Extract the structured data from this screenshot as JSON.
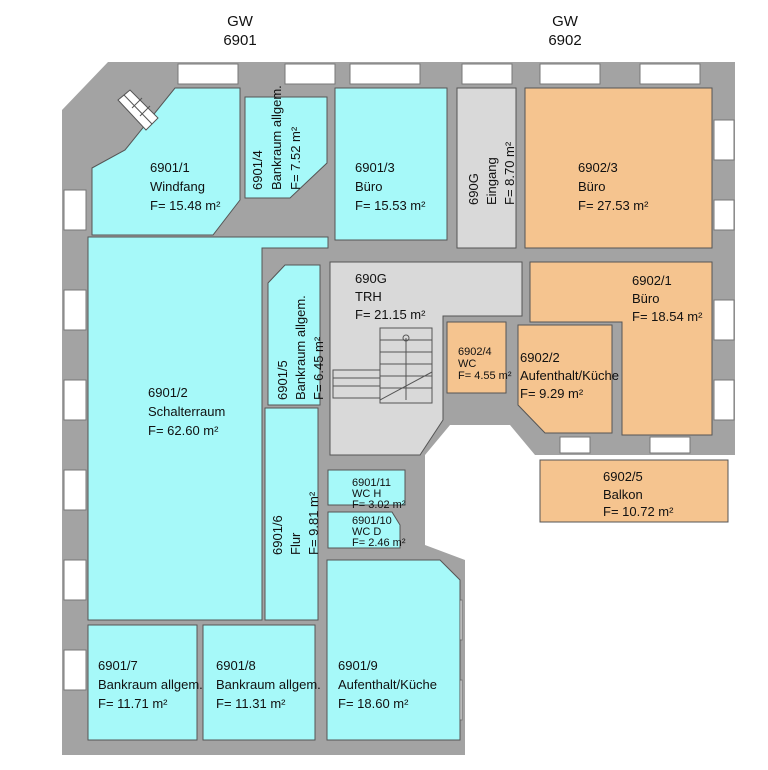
{
  "headers": [
    {
      "label": "GW",
      "number": "6901"
    },
    {
      "label": "GW",
      "number": "6902"
    }
  ],
  "colors": {
    "wall": "#a3a3a3",
    "unit_6901": "#a6f9f9",
    "unit_6902": "#f5c48f",
    "common": "#d9d9d9"
  },
  "rooms": [
    {
      "id": "6901/1",
      "name": "Windfang",
      "area": "F= 15.48 m²"
    },
    {
      "id": "6901/4",
      "name": "Bankraum allgem.",
      "area": "F= 7.52 m²"
    },
    {
      "id": "6901/3",
      "name": "Büro",
      "area": "F= 15.53 m²"
    },
    {
      "id": "690G",
      "name": "Eingang",
      "area": "F= 8.70 m²"
    },
    {
      "id": "6902/3",
      "name": "Büro",
      "area": "F= 27.53 m²"
    },
    {
      "id": "690G",
      "name": "TRH",
      "area": "F= 21.15 m²"
    },
    {
      "id": "6902/1",
      "name": "Büro",
      "area": "F= 18.54 m²"
    },
    {
      "id": "6901/5",
      "name": "Bankraum allgem.",
      "area": "F= 6.45 m²"
    },
    {
      "id": "6902/4",
      "name": "WC",
      "area": "F= 4.55 m²"
    },
    {
      "id": "6902/2",
      "name": "Aufenthalt/Küche",
      "area": "F= 9.29 m²"
    },
    {
      "id": "6901/2",
      "name": "Schalterraum",
      "area": "F= 62.60 m²"
    },
    {
      "id": "6902/5",
      "name": "Balkon",
      "area": "F= 10.72 m²"
    },
    {
      "id": "6901/11",
      "name": "WC H",
      "area": "F= 3.02 m²"
    },
    {
      "id": "6901/10",
      "name": "WC D",
      "area": "F= 2.46 m²"
    },
    {
      "id": "6901/6",
      "name": "Flur",
      "area": "F= 9.81 m²"
    },
    {
      "id": "6901/7",
      "name": "Bankraum allgem.",
      "area": "F= 11.71 m²"
    },
    {
      "id": "6901/8",
      "name": "Bankraum allgem.",
      "area": "F= 11.31 m²"
    },
    {
      "id": "6901/9",
      "name": "Aufenthalt/Küche",
      "area": "F= 18.60 m²"
    }
  ]
}
